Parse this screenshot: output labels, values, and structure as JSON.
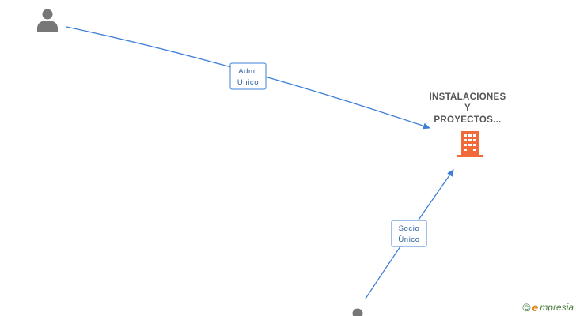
{
  "diagram": {
    "company": {
      "name_lines": [
        "INSTALACIONES",
        "Y",
        "PROYECTOS..."
      ],
      "icon": "building-icon",
      "color": "#f26a3a"
    },
    "persons": [
      {
        "icon": "person-icon",
        "color": "#777777"
      },
      {
        "icon": "person-icon",
        "color": "#777777"
      }
    ],
    "edges": [
      {
        "label_lines": [
          "Adm.",
          "Unico"
        ]
      },
      {
        "label_lines": [
          "Socio",
          "Único"
        ]
      }
    ],
    "edge_color": "#3d7fd6"
  },
  "watermark": {
    "copyright_symbol": "©",
    "brand_initial": "e",
    "brand_rest": "mpresia"
  }
}
